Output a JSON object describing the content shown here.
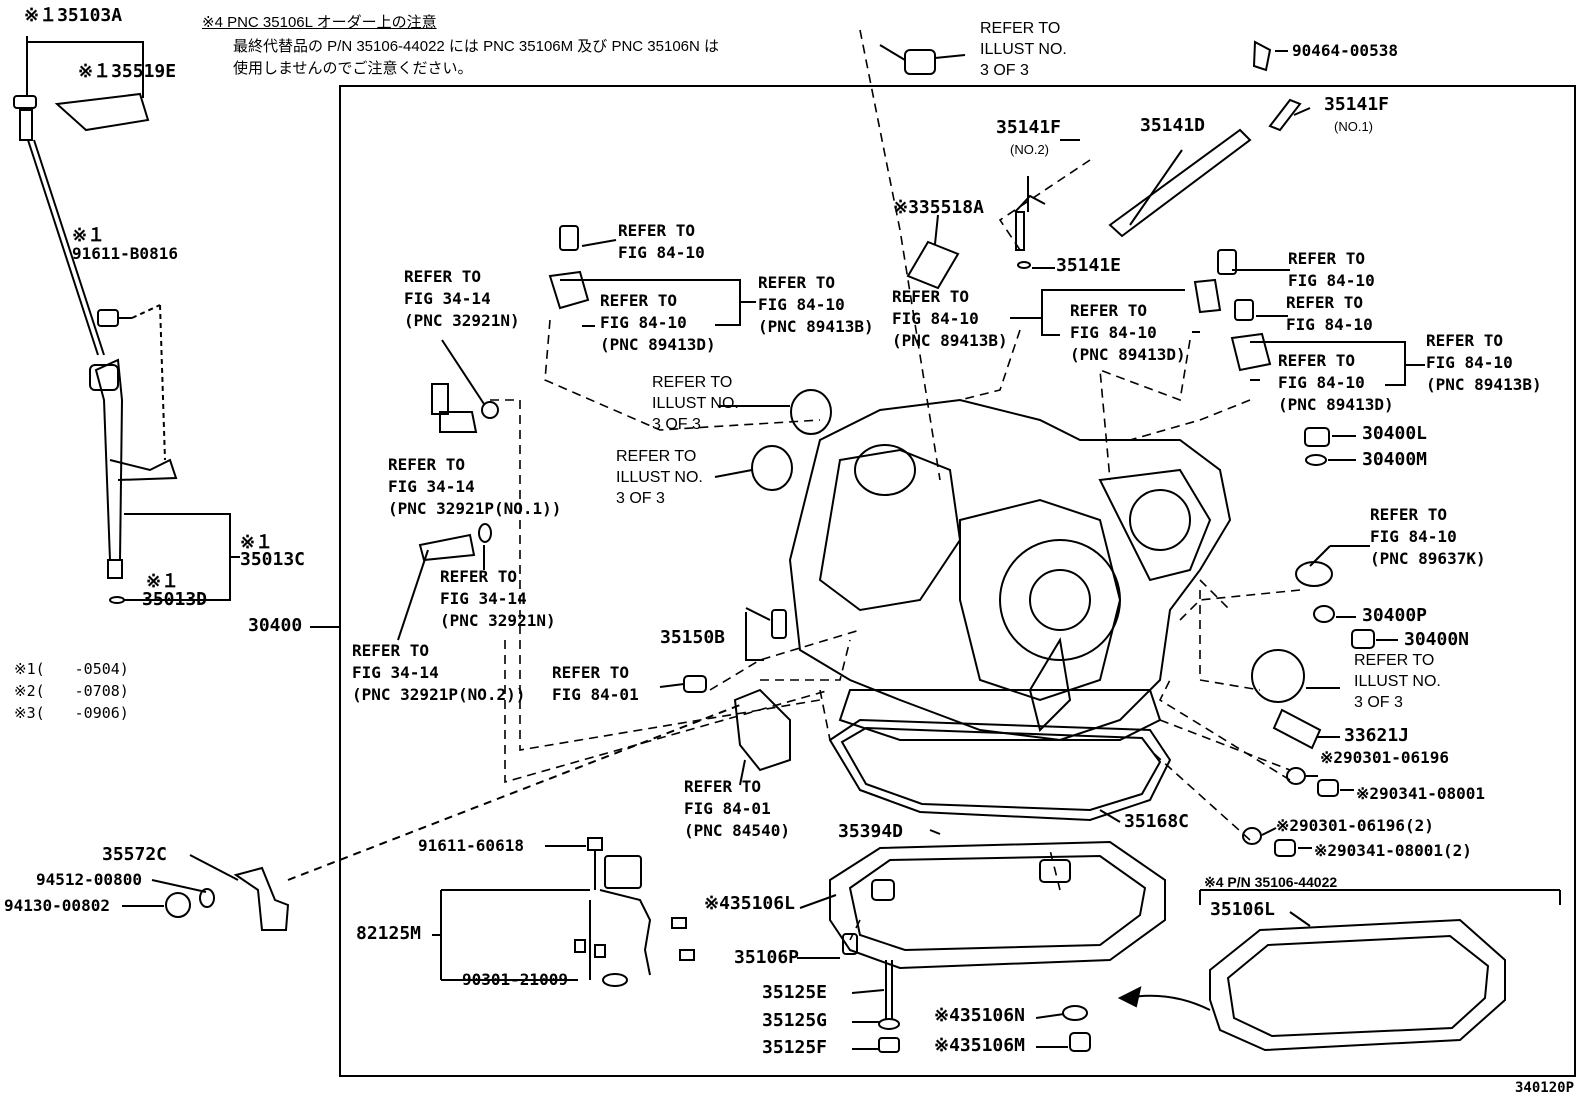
{
  "note": {
    "title": "※4 PNC 35106L オーダー上の注意",
    "line1": "最終代替品の P/N 35106-44022 には PNC 35106M 及び PNC 35106N は",
    "line2": "使用しませんのでご注意ください。"
  },
  "legend": [
    {
      "mark": "※1(",
      "range": "-0504)"
    },
    {
      "mark": "※2(",
      "range": "-0708)"
    },
    {
      "mark": "※3(",
      "range": "-0906)"
    }
  ],
  "diagram_id": "340120P",
  "alt_pan_note": "※4 P/N 35106-44022",
  "parts": {
    "p35103A": "※１35103A",
    "p35519E": "※１35519E",
    "p91611B0816_mark": "※１",
    "p91611B0816": "91611-B0816",
    "p35013C_mark": "※１",
    "p35013C": "35013C",
    "p35013D_mark": "※１",
    "p35013D": "35013D",
    "p30400": "30400",
    "p35572C": "35572C",
    "p9451200800": "94512-00800",
    "p9413000802": "94130-00802",
    "p9046400538": "90464-00538",
    "p35141F_1": "35141F",
    "p35141F_1_sub": "(NO.1)",
    "p35141D": "35141D",
    "p35141F_2": "35141F",
    "p35141F_2_sub": "(NO.2)",
    "p35518A": "※335518A",
    "p35141E": "35141E",
    "p30400L": "30400L",
    "p30400M": "30400M",
    "p30400P": "30400P",
    "p30400N": "30400N",
    "p33621J": "33621J",
    "p9030106196": "※290301-06196",
    "p9034108001": "※290341-08001",
    "p9030106196_2": "※290301-06196(2)",
    "p9034108001_2": "※290341-08001(2)",
    "p35168C": "35168C",
    "p35394D": "35394D",
    "p35150B": "35150B",
    "p9161160618": "91611-60618",
    "p82125M": "82125M",
    "p9030121009": "90301-21009",
    "p35106L": "※435106L",
    "p35106P": "35106P",
    "p35125E": "35125E",
    "p35125G": "35125G",
    "p35125F": "35125F",
    "p35106N": "※435106N",
    "p35106M": "※435106M",
    "p35106L_alt": "35106L"
  },
  "refs": {
    "r_top_illust": [
      "REFER TO",
      "ILLUST NO.",
      "3 OF 3"
    ],
    "r_3414_n": [
      "REFER TO",
      "FIG 34-14",
      "(PNC 32921N)"
    ],
    "r_3414_p1": [
      "REFER TO",
      "FIG 34-14",
      "(PNC 32921P(NO.1))"
    ],
    "r_3414_n2": [
      "REFER TO",
      "FIG 34-14",
      "(PNC 32921N)"
    ],
    "r_3414_p2": [
      "REFER TO",
      "FIG 34-14",
      "(PNC 32921P(NO.2))"
    ],
    "r_8410_a": [
      "REFER TO",
      "FIG 84-10"
    ],
    "r_8410_b": [
      "REFER TO",
      "FIG 84-10",
      "(PNC 89413D)"
    ],
    "r_8410_c": [
      "REFER TO",
      "FIG 84-10",
      "(PNC 89413B)"
    ],
    "r_8410_d": [
      "REFER TO",
      "FIG 84-10",
      "(PNC 89413B)"
    ],
    "r_8410_e": [
      "REFER TO",
      "FIG 84-10",
      "(PNC 89413D)"
    ],
    "r_8410_f": [
      "REFER TO",
      "FIG 84-10"
    ],
    "r_8410_g": [
      "REFER TO",
      "FIG 84-10"
    ],
    "r_8410_h": [
      "REFER TO",
      "FIG 84-10",
      "(PNC 89413D)"
    ],
    "r_8410_i": [
      "REFER TO",
      "FIG 84-10",
      "(PNC 89413B)"
    ],
    "r_8410_k": [
      "REFER TO",
      "FIG 84-10",
      "(PNC 89637K)"
    ],
    "r_illust_1": [
      "REFER TO",
      "ILLUST NO.",
      "3 OF 3"
    ],
    "r_illust_2": [
      "REFER TO",
      "ILLUST NO.",
      "3 OF 3"
    ],
    "r_illust_3": [
      "REFER TO",
      "ILLUST NO.",
      "3 OF 3"
    ],
    "r_8401_a": [
      "REFER TO",
      "FIG 84-01"
    ],
    "r_8401_b": [
      "REFER TO",
      "FIG 84-01",
      "(PNC 84540)"
    ]
  }
}
